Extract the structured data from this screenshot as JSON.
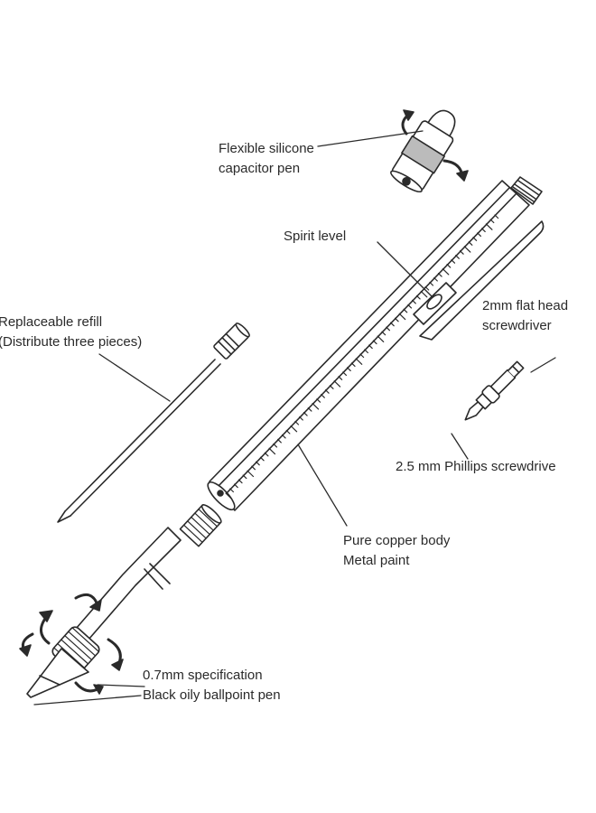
{
  "labels": {
    "capacitor": {
      "line1": "Flexible silicone",
      "line2": "capacitor pen"
    },
    "spirit_level": "Spirit level",
    "refill": {
      "line1": "Replaceable refill",
      "line2": "(Distribute three pieces)"
    },
    "flat_head": {
      "line1": "2mm flat head",
      "line2": "screwdriver"
    },
    "phillips": "2.5 mm Phillips screwdrive",
    "body": {
      "line1": "Pure copper body",
      "line2": "Metal paint"
    },
    "ballpoint": {
      "line1": "0.7mm specification",
      "line2": "Black oily ballpoint pen"
    }
  },
  "colors": {
    "ink": "#2a2a2a",
    "paper": "#ffffff",
    "silicone": "#bbbbbb"
  }
}
